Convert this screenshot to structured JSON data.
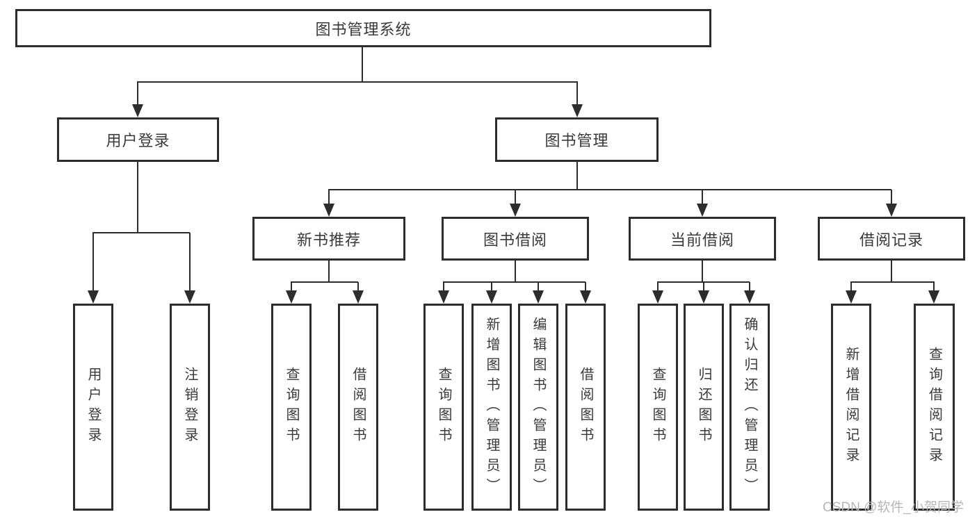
{
  "diagram": {
    "title": "图书管理系统",
    "type": "functional-structure-tree",
    "tree": {
      "root": {
        "label": "图书管理系统"
      },
      "branches": [
        {
          "label": "用户登录",
          "children": [
            {
              "label": "用户登录"
            },
            {
              "label": "注销登录"
            }
          ]
        },
        {
          "label": "图书管理",
          "children": [
            {
              "label": "新书推荐",
              "children": [
                {
                  "label": "查询图书"
                },
                {
                  "label": "借阅图书"
                }
              ]
            },
            {
              "label": "图书借阅",
              "children": [
                {
                  "label": "查询图书"
                },
                {
                  "label": "新增图书（管理员）"
                },
                {
                  "label": "编辑图书（管理员）"
                },
                {
                  "label": "借阅图书"
                }
              ]
            },
            {
              "label": "当前借阅",
              "children": [
                {
                  "label": "查询图书"
                },
                {
                  "label": "归还图书"
                },
                {
                  "label": "确认归还（管理员）"
                }
              ]
            },
            {
              "label": "借阅记录",
              "children": [
                {
                  "label": "新增借阅记录"
                },
                {
                  "label": "查询借阅记录"
                }
              ]
            }
          ]
        }
      ]
    },
    "colors": {
      "line": "#2d2d2d",
      "box_border": "#2d2d2d",
      "box_background": "#ffffff",
      "text": "#3a3a3a",
      "watermark": "#b6b6b6",
      "page_background": "#ffffff"
    }
  },
  "watermark": {
    "text": "CSDN @软件_小贺同学"
  }
}
